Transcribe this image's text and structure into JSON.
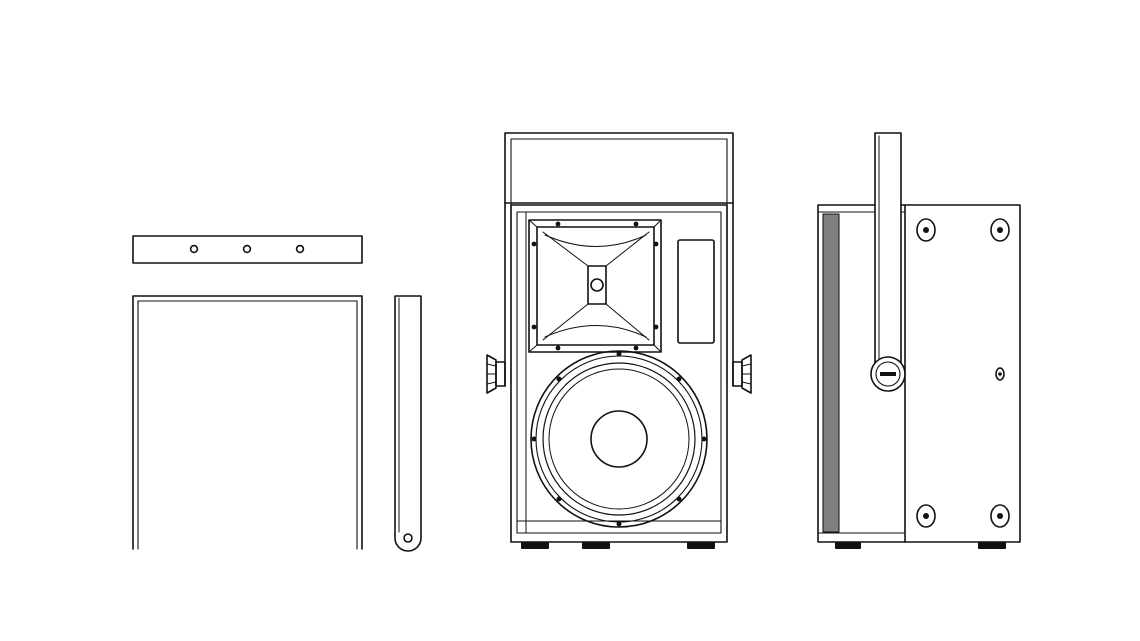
{
  "diagram": {
    "type": "line-drawing",
    "views": [
      {
        "name": "bracket-top-view",
        "holes": 3
      },
      {
        "name": "bracket-front-view"
      },
      {
        "name": "bracket-side-view",
        "holes": 1
      },
      {
        "name": "speaker-front-view",
        "components": [
          "horn",
          "woofer",
          "knobs",
          "feet"
        ]
      },
      {
        "name": "speaker-side-view",
        "components": [
          "handle",
          "grille",
          "knob",
          "screws",
          "feet"
        ]
      }
    ],
    "colors": {
      "line": "#111111",
      "background": "#ffffff",
      "grille": "#808080"
    }
  }
}
